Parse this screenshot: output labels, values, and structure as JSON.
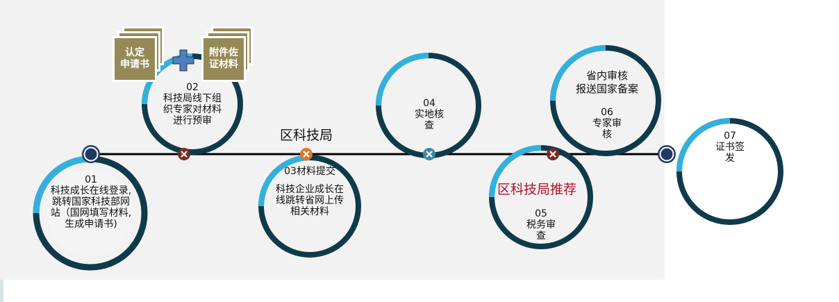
{
  "colors": {
    "panel_bg": "#f2f2f2",
    "ring_dark": "#0f3a4a",
    "ring_light": "#33b1dc",
    "timeline": "#000000",
    "doc_fill": "#958a57",
    "plus_fill": "#4f81bd",
    "marker_red": "#7a2a23",
    "marker_orange": "#e0762a",
    "marker_teal": "#3a8aa0",
    "marker_navy": "#1f3a64",
    "accent_red_text": "#b11226"
  },
  "steps": [
    {
      "id": "01",
      "lines": [
        "01",
        "科技成长在线登录,",
        "跳转国家科技部网",
        "站（国网填写材料,",
        "生成申请书)"
      ]
    },
    {
      "id": "02",
      "lines": [
        "02",
        "科技局线下组",
        "织专家对材料",
        "进行预审"
      ]
    },
    {
      "id": "03",
      "lines": [
        "03材料提交",
        "",
        "科技企业成长在",
        "线跳转省网上传",
        "相关材料"
      ]
    },
    {
      "id": "04",
      "lines": [
        "04",
        "实地核",
        "查"
      ]
    },
    {
      "id": "05",
      "lines": [
        "05",
        "税务审",
        "查"
      ]
    },
    {
      "id": "06",
      "lines": [
        "省内审核",
        "报送国家备案",
        "",
        "06",
        "专家审",
        "核"
      ]
    },
    {
      "id": "07",
      "lines": [
        "07",
        "证书签",
        "发"
      ]
    }
  ],
  "annotations": {
    "district_bureau": "区科技局",
    "district_recommend": "区科技局推荐"
  },
  "documents": [
    {
      "lines": [
        "认定",
        "申请书"
      ]
    },
    {
      "lines": [
        "附件佐",
        "证材料"
      ]
    }
  ],
  "markers": [
    "start-node",
    "x-marker-red",
    "x-marker-orange",
    "x-marker-teal",
    "x-marker-red",
    "end-node"
  ]
}
